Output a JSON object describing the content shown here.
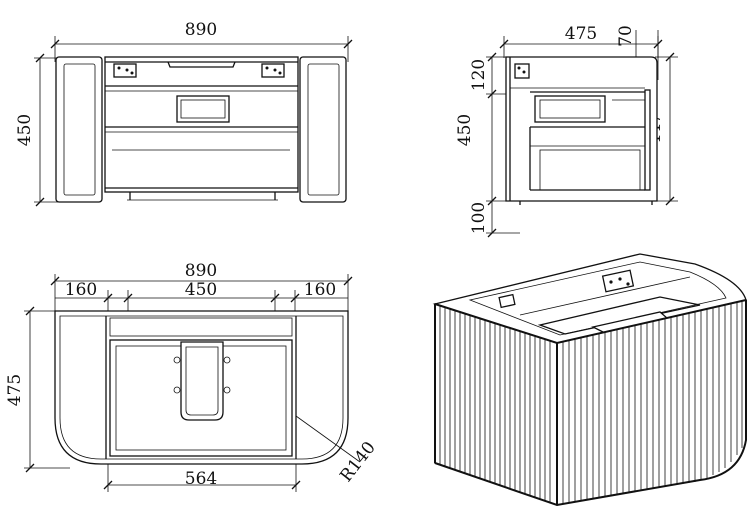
{
  "front_view": {
    "width_label": "890",
    "height_label": "450"
  },
  "side_view": {
    "depth_label": "475",
    "top_offset_label": "70",
    "top_drop_label": "120",
    "height_label": "450",
    "inner_height_label": "447",
    "leg_height_label": "100"
  },
  "top_view": {
    "width_label": "890",
    "left_label": "160",
    "center_label": "450",
    "right_label": "160",
    "depth_label": "475",
    "inner_width_label": "564",
    "radius_label": "R140"
  }
}
